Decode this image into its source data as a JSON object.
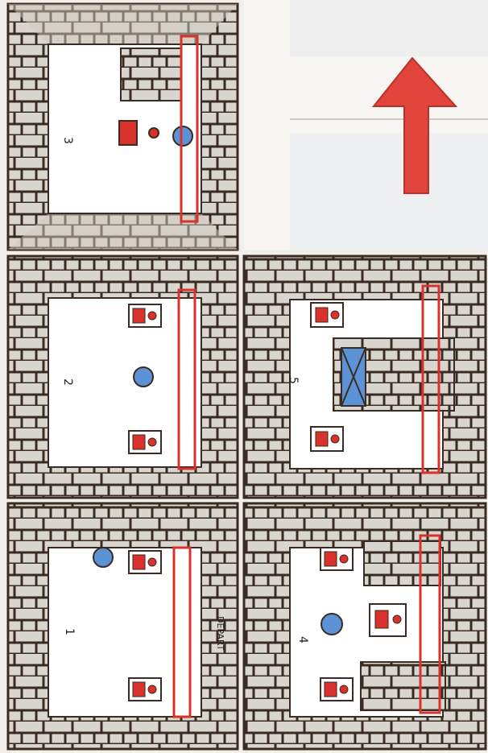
{
  "rooms": {
    "room1": {
      "number": "1"
    },
    "room2": {
      "number": "2"
    },
    "room3": {
      "number": "3"
    },
    "room4": {
      "number": "4"
    },
    "room5": {
      "number": "5"
    }
  },
  "start_label": "DÉPART",
  "arrow": {
    "color": "#e0443a",
    "direction": "up"
  },
  "colors": {
    "wall_stroke": "#3a2c22",
    "stone_fill": "#d9d6cf",
    "floor_fill": "#ffffff",
    "red": "#d9312b",
    "blue": "#5b93d6",
    "gray": "#b7b2a8"
  }
}
